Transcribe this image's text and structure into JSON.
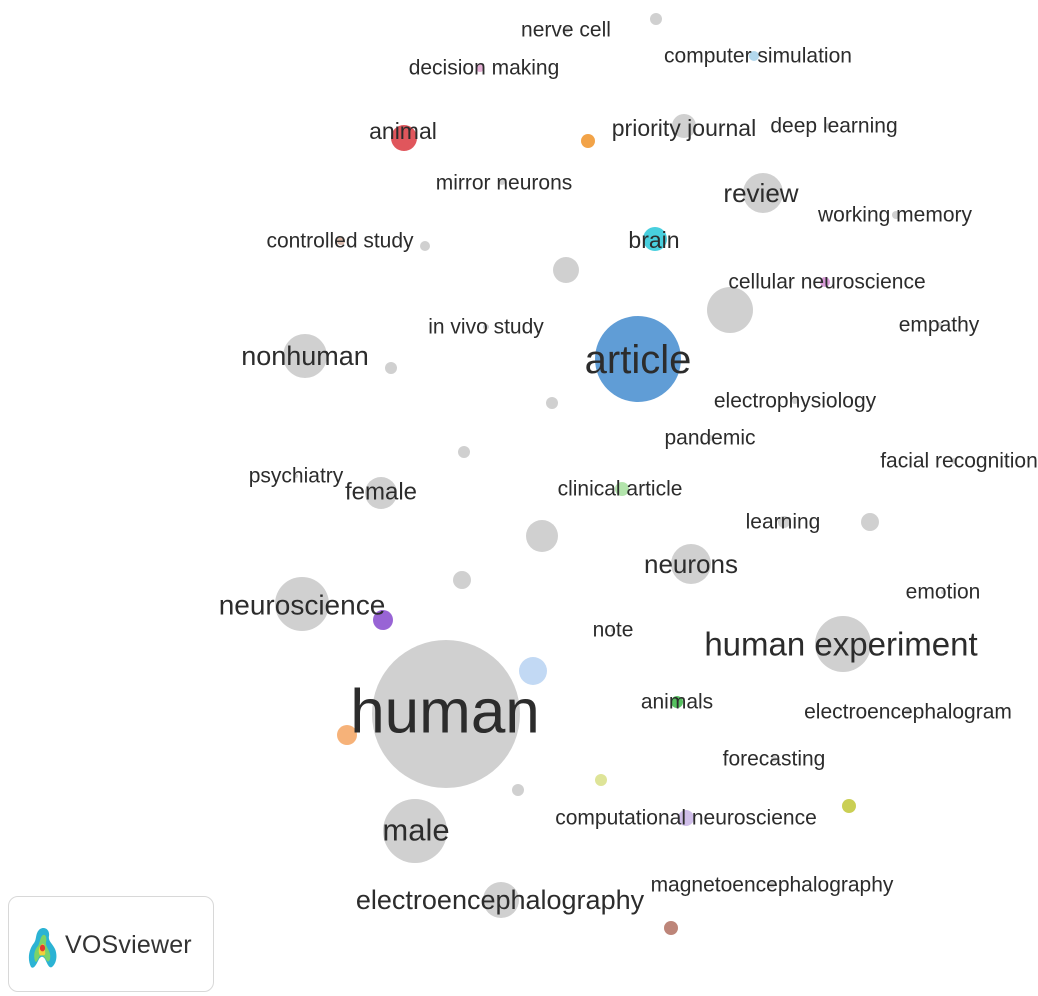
{
  "app": {
    "name": "VOSviewer"
  },
  "map": {
    "terms": [
      {
        "id": "nerve-cell",
        "label": "nerve cell",
        "color": "#c9c9c9"
      },
      {
        "id": "decision-making",
        "label": "decision making",
        "color": "#e2a6d0"
      },
      {
        "id": "computer-simulation",
        "label": "computer simulation",
        "color": "#a9d3ea"
      },
      {
        "id": "animal",
        "label": "animal",
        "color": "#dc3f45"
      },
      {
        "id": "priority-journal",
        "label": "priority journal",
        "color": "#c9c9c9"
      },
      {
        "id": "deep-learning",
        "label": "deep learning",
        "color": "#c9c9c9"
      },
      {
        "id": "mirror-neurons",
        "label": "mirror neurons",
        "color": "#c9c9c9"
      },
      {
        "id": "review",
        "label": "review",
        "color": "#c9c9c9"
      },
      {
        "id": "working-memory",
        "label": "working memory",
        "color": "#c9c9c9"
      },
      {
        "id": "controlled-study",
        "label": "controlled study",
        "color": "#d6b3a3"
      },
      {
        "id": "brain",
        "label": "brain",
        "color": "#2fc8da"
      },
      {
        "id": "cellular-neuroscience",
        "label": "cellular neuroscience",
        "color": "#d48ed4"
      },
      {
        "id": "in-vivo-study",
        "label": "in vivo study",
        "color": "#c9c9c9"
      },
      {
        "id": "nonhuman",
        "label": "nonhuman",
        "color": "#c9c9c9"
      },
      {
        "id": "article",
        "label": "article",
        "color": "#4a90d0"
      },
      {
        "id": "empathy",
        "label": "empathy",
        "color": "#c9c9c9"
      },
      {
        "id": "electrophysiology",
        "label": "electrophysiology",
        "color": "#c9c9c9"
      },
      {
        "id": "pandemic",
        "label": "pandemic",
        "color": "#c9c9c9"
      },
      {
        "id": "psychiatry",
        "label": "psychiatry",
        "color": "#c9c9c9"
      },
      {
        "id": "female",
        "label": "female",
        "color": "#c9c9c9"
      },
      {
        "id": "clinical-article",
        "label": "clinical article",
        "color": "#a8e0a0"
      },
      {
        "id": "facial-recognition",
        "label": "facial recognition",
        "color": "#c9c9c9"
      },
      {
        "id": "learning",
        "label": "learning",
        "color": "#c9c9c9"
      },
      {
        "id": "neurons",
        "label": "neurons",
        "color": "#c9c9c9"
      },
      {
        "id": "neuroscience",
        "label": "neuroscience",
        "color": "#c9c9c9"
      },
      {
        "id": "emotion",
        "label": "emotion",
        "color": "#c9c9c9"
      },
      {
        "id": "note",
        "label": "note",
        "color": "#c9c9c9"
      },
      {
        "id": "human-experiment",
        "label": "human experiment",
        "color": "#c9c9c9"
      },
      {
        "id": "human",
        "label": "human",
        "color": "#c9c9c9"
      },
      {
        "id": "animals",
        "label": "animals",
        "color": "#3fb84a"
      },
      {
        "id": "electroencephalogram",
        "label": "electroencephalogram",
        "color": "#c9c9c9"
      },
      {
        "id": "forecasting",
        "label": "forecasting",
        "color": "#c9c9c9"
      },
      {
        "id": "male",
        "label": "male",
        "color": "#c9c9c9"
      },
      {
        "id": "computational-neuroscience",
        "label": "computational neuroscience",
        "color": "#c9b5e6"
      },
      {
        "id": "magnetoencephalography",
        "label": "magnetoencephalography",
        "color": "#c9c9c9"
      },
      {
        "id": "electroencephalography",
        "label": "electroencephalography",
        "color": "#c9c9c9"
      }
    ],
    "unlabeled_nodes": [
      {
        "id": "node-orange-1",
        "color": "#f0962f"
      },
      {
        "id": "node-purple",
        "color": "#8a4fcf"
      },
      {
        "id": "node-lightblue",
        "color": "#b9d4f2"
      },
      {
        "id": "node-orange-2",
        "color": "#f5a766"
      },
      {
        "id": "node-yellow-1",
        "color": "#d9e08a"
      },
      {
        "id": "node-yellow-2",
        "color": "#c3c83c"
      },
      {
        "id": "node-brown",
        "color": "#b47466"
      },
      {
        "id": "node-grey-1",
        "color": "#c9c9c9"
      },
      {
        "id": "node-grey-2",
        "color": "#c9c9c9"
      },
      {
        "id": "node-grey-3",
        "color": "#c9c9c9"
      },
      {
        "id": "node-grey-4",
        "color": "#c9c9c9"
      },
      {
        "id": "node-grey-5",
        "color": "#c9c9c9"
      },
      {
        "id": "node-grey-6",
        "color": "#c9c9c9"
      },
      {
        "id": "node-grey-7",
        "color": "#c9c9c9"
      },
      {
        "id": "node-grey-8",
        "color": "#c9c9c9"
      },
      {
        "id": "node-grey-9",
        "color": "#c9c9c9"
      },
      {
        "id": "node-grey-10",
        "color": "#c9c9c9"
      },
      {
        "id": "node-grey-11",
        "color": "#c9c9c9"
      }
    ]
  }
}
